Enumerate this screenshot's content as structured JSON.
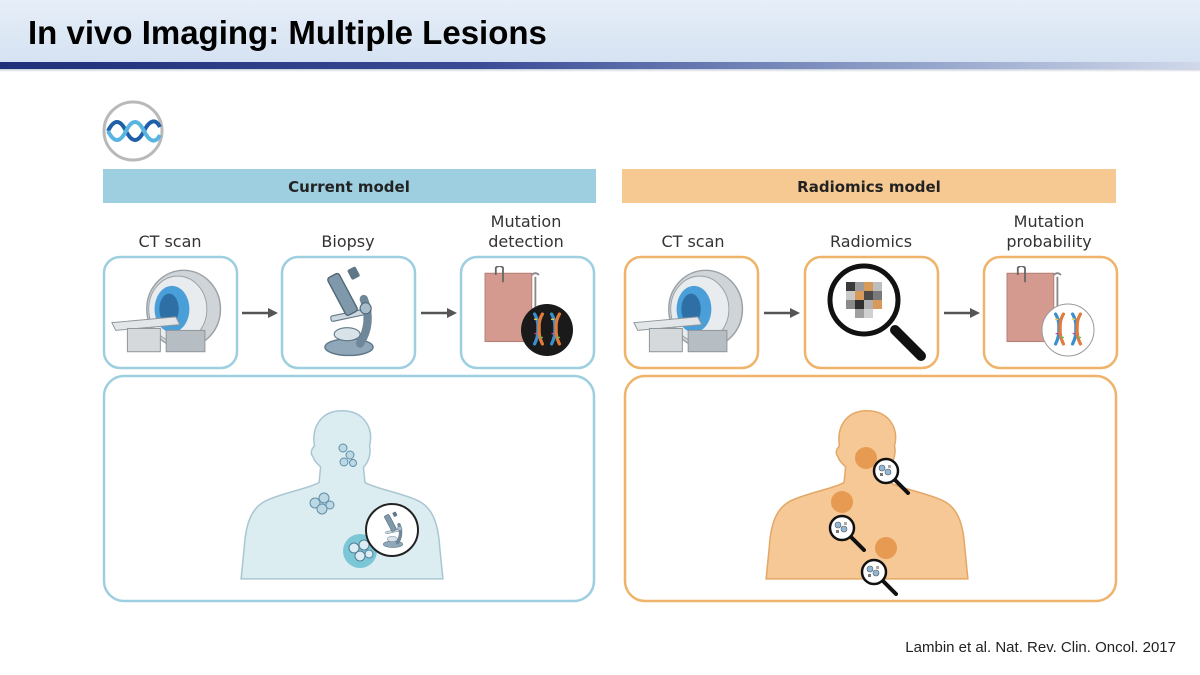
{
  "slide": {
    "title": "In vivo Imaging: Multiple Lesions",
    "citation": "Lambin et al. Nat. Rev. Clin. Oncol. 2017"
  },
  "diagram": {
    "current_model": {
      "header": "Current model",
      "steps": [
        "CT scan",
        "Biopsy",
        "Mutation detection"
      ],
      "step_lines": [
        [
          "CT scan"
        ],
        [
          "Biopsy"
        ],
        [
          "Mutation",
          "detection"
        ]
      ]
    },
    "radiomics_model": {
      "header": "Radiomics model",
      "steps": [
        "CT scan",
        "Radiomics",
        "Mutation probability"
      ],
      "step_lines": [
        [
          "CT scan"
        ],
        [
          "Radiomics"
        ],
        [
          "Mutation",
          "probability"
        ]
      ]
    }
  },
  "colors": {
    "current_accent": "#9dcfe0",
    "current_header_bg": "#9dcfe0",
    "radiomics_accent": "#f0b36a",
    "radiomics_header_bg": "#f7c992",
    "body_blue": "#dcedf2",
    "body_orange": "#f6c896",
    "arrow": "#555555"
  },
  "icons": [
    "dna-icon",
    "ct-scanner-icon",
    "microscope-icon",
    "mutation-report-icon",
    "radiomics-magnifier-icon",
    "chromosome-icon"
  ]
}
